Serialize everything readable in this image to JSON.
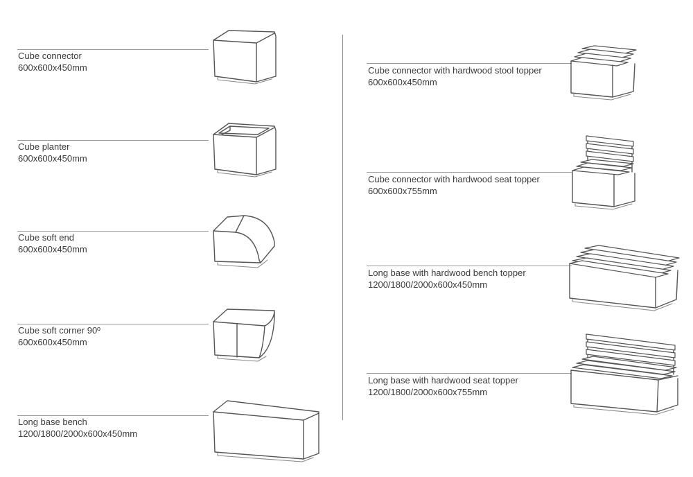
{
  "products": [
    {
      "name": "Cube connector",
      "dims": "600x600x450mm",
      "icon": "cube-connector-drawing"
    },
    {
      "name": "Cube planter",
      "dims": "600x600x450mm",
      "icon": "cube-planter-drawing"
    },
    {
      "name": "Cube soft end",
      "dims": "600x600x450mm",
      "icon": "cube-soft-end-drawing"
    },
    {
      "name": "Cube soft corner 90º",
      "dims": "600x600x450mm",
      "icon": "cube-soft-corner-drawing"
    },
    {
      "name": "Long base bench",
      "dims": "1200/1800/2000x600x450mm",
      "icon": "long-base-bench-drawing"
    },
    {
      "name": "Cube connector with hardwood stool topper",
      "dims": "600x600x450mm",
      "icon": "cube-stool-topper-drawing"
    },
    {
      "name": "Cube connector with hardwood seat topper",
      "dims": "600x600x755mm",
      "icon": "cube-seat-topper-drawing"
    },
    {
      "name": "Long base with hardwood bench topper",
      "dims": "1200/1800/2000x600x450mm",
      "icon": "long-bench-topper-drawing"
    },
    {
      "name": "Long base with hardwood seat topper",
      "dims": "1200/1800/2000x600x755mm",
      "icon": "long-seat-topper-drawing"
    }
  ]
}
